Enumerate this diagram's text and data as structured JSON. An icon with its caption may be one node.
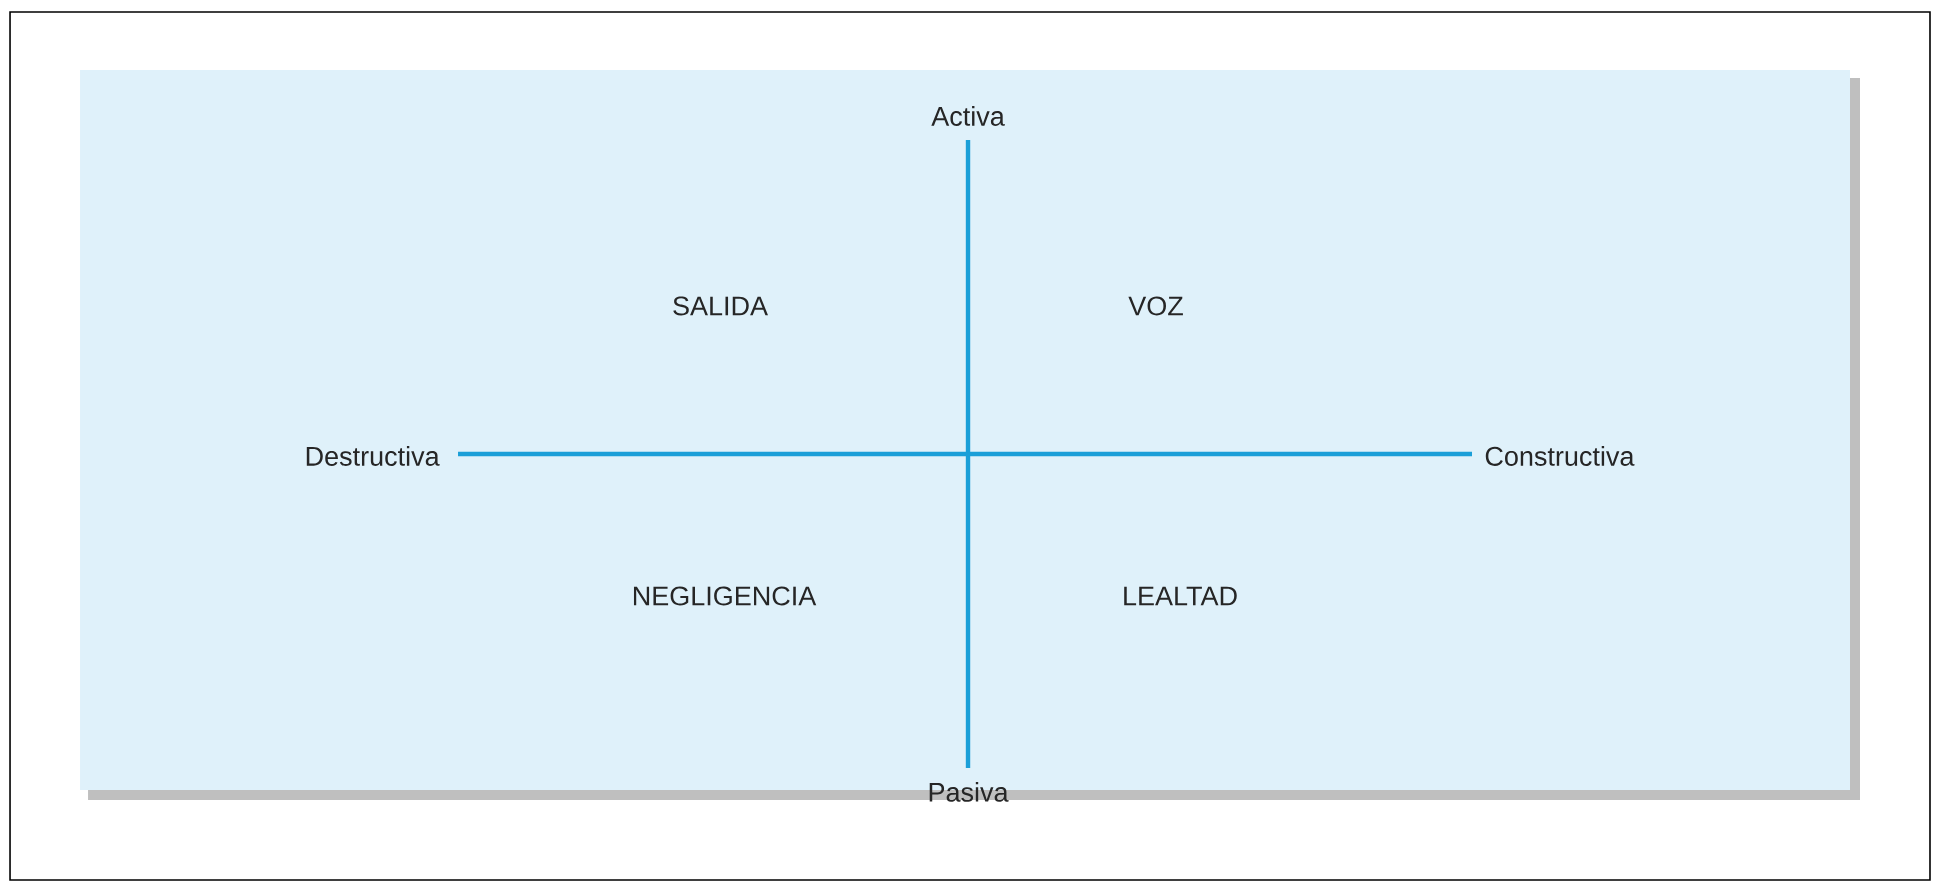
{
  "diagram": {
    "labels": [
      "Activa",
      "SALIDA",
      "VOZ",
      "Destructiva",
      "Constructiva",
      "NEGLIGENCIA",
      "LEALTAD",
      "Pasiva"
    ]
  }
}
